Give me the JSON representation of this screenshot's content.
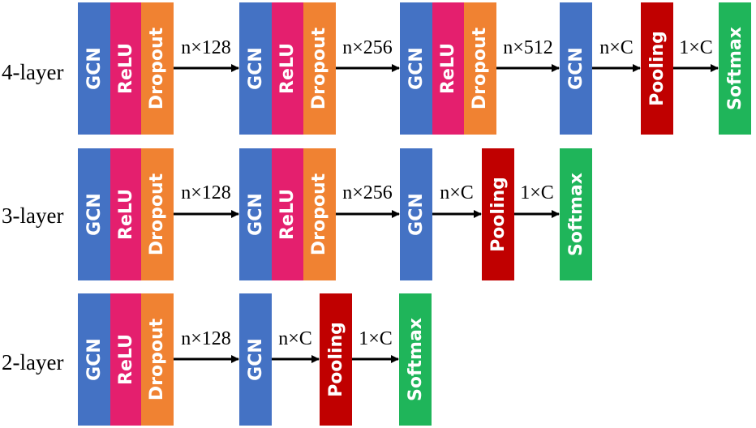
{
  "colors": {
    "GCN": "#4472c4",
    "ReLU": "#e41f6e",
    "Dropout": "#f08232",
    "Pooling": "#c00000",
    "Softmax": "#1fb55a"
  },
  "rows": [
    {
      "label": "4-layer",
      "blocks": [
        {
          "type": "GCN",
          "text": "GCN"
        },
        {
          "type": "ReLU",
          "text": "ReLU"
        },
        {
          "type": "Dropout",
          "text": "Dropout"
        },
        {
          "type": "GCN",
          "text": "GCN"
        },
        {
          "type": "ReLU",
          "text": "ReLU"
        },
        {
          "type": "Dropout",
          "text": "Dropout"
        },
        {
          "type": "GCN",
          "text": "GCN"
        },
        {
          "type": "ReLU",
          "text": "ReLU"
        },
        {
          "type": "Dropout",
          "text": "Dropout"
        },
        {
          "type": "GCN",
          "text": "GCN"
        },
        {
          "type": "Pooling",
          "text": "Pooling"
        },
        {
          "type": "Softmax",
          "text": "Softmax"
        }
      ],
      "edges": [
        "n×128",
        "n×256",
        "n×512",
        "n×C",
        "1×C"
      ]
    },
    {
      "label": "3-layer",
      "blocks": [
        {
          "type": "GCN",
          "text": "GCN"
        },
        {
          "type": "ReLU",
          "text": "ReLU"
        },
        {
          "type": "Dropout",
          "text": "Dropout"
        },
        {
          "type": "GCN",
          "text": "GCN"
        },
        {
          "type": "ReLU",
          "text": "ReLU"
        },
        {
          "type": "Dropout",
          "text": "Dropout"
        },
        {
          "type": "GCN",
          "text": "GCN"
        },
        {
          "type": "Pooling",
          "text": "Pooling"
        },
        {
          "type": "Softmax",
          "text": "Softmax"
        }
      ],
      "edges": [
        "n×128",
        "n×256",
        "n×C",
        "1×C"
      ]
    },
    {
      "label": "2-layer",
      "blocks": [
        {
          "type": "GCN",
          "text": "GCN"
        },
        {
          "type": "ReLU",
          "text": "ReLU"
        },
        {
          "type": "Dropout",
          "text": "Dropout"
        },
        {
          "type": "GCN",
          "text": "GCN"
        },
        {
          "type": "Pooling",
          "text": "Pooling"
        },
        {
          "type": "Softmax",
          "text": "Softmax"
        }
      ],
      "edges": [
        "n×128",
        "n×C",
        "1×C"
      ]
    }
  ]
}
